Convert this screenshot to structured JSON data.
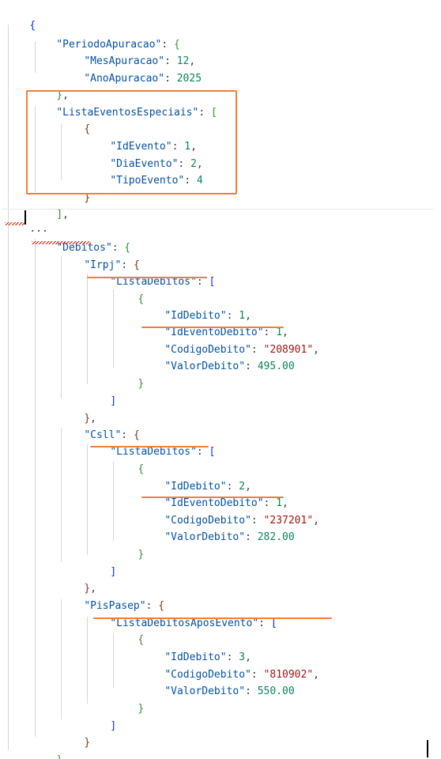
{
  "punct": {
    "open_brace": "{",
    "close_brace": "}",
    "open_bracket": "[",
    "close_bracket": "]",
    "colon": ": ",
    "comma": ",",
    "brace_comma": "},",
    "bracket_comma": "],",
    "quote": "\""
  },
  "ellipsis": "...",
  "json": {
    "periodo": {
      "key": "PeriodoApuracao",
      "mes_key": "MesApuracao",
      "mes_value": "12",
      "ano_key": "AnoApuracao",
      "ano_value": "2025"
    },
    "eventos": {
      "key": "ListaEventosEspeciais",
      "id_key": "IdEvento",
      "id_value": "1",
      "dia_key": "DiaEvento",
      "dia_value": "2",
      "tipo_key": "TipoEvento",
      "tipo_value": "4"
    },
    "debitos": {
      "key": "Debitos",
      "irpj": {
        "key": "Irpj",
        "lista_key": "ListaDebitos",
        "id_key": "IdDebito",
        "id_value": "1",
        "evento_key": "IdEventoDebito",
        "evento_value": "1",
        "codigo_key": "CodigoDebito",
        "codigo_value": "\"208901\"",
        "valor_key": "ValorDebito",
        "valor_value": "495.00"
      },
      "csll": {
        "key": "Csll",
        "lista_key": "ListaDebitos",
        "id_key": "IdDebito",
        "id_value": "2",
        "evento_key": "IdEventoDebito",
        "evento_value": "1",
        "codigo_key": "CodigoDebito",
        "codigo_value": "\"237201\"",
        "valor_key": "ValorDebito",
        "valor_value": "282.00"
      },
      "pispasep": {
        "key": "PisPasep",
        "lista_key": "ListaDebitosAposEvento",
        "id_key": "IdDebito",
        "id_value": "3",
        "codigo_key": "CodigoDebito",
        "codigo_value": "\"810902\"",
        "valor_key": "ValorDebito",
        "valor_value": "550.00"
      }
    }
  },
  "colors": {
    "key": "#0451a5",
    "number": "#098658",
    "string": "#a31515",
    "highlight": "#f07f3a",
    "error_squiggle": "#e51400"
  }
}
